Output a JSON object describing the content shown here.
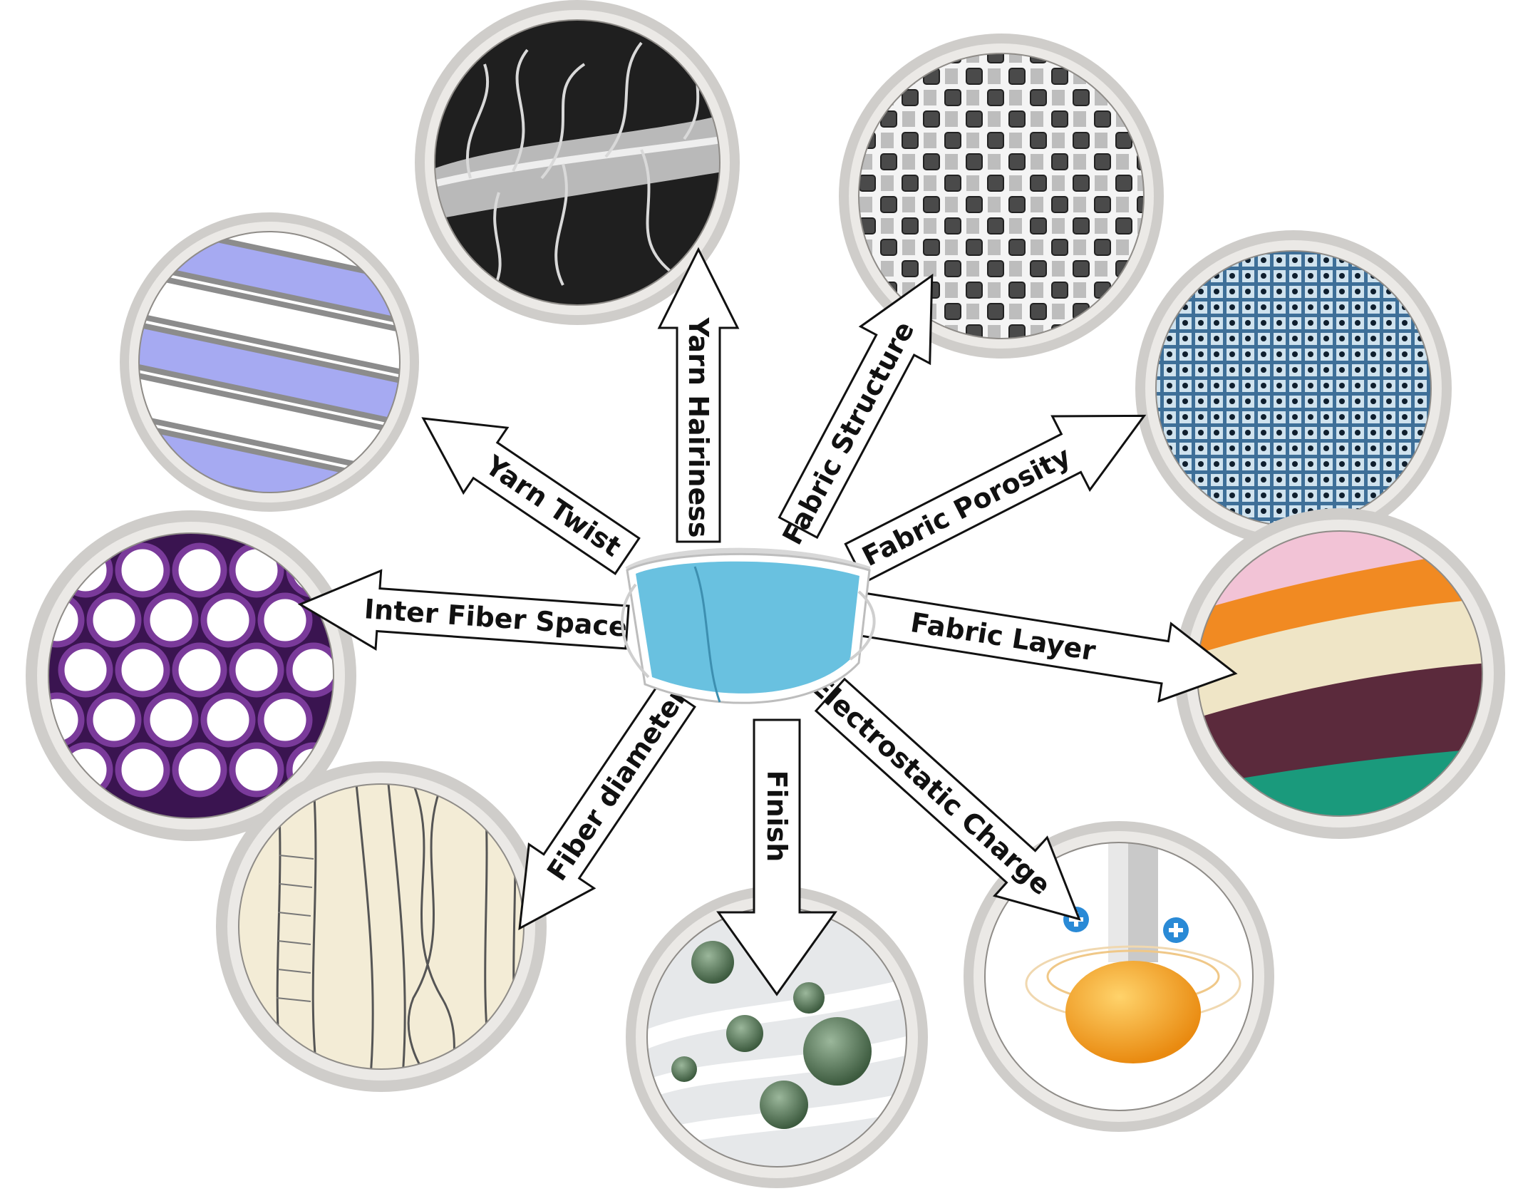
{
  "labels": {
    "yarn_hairiness": "Yarn Hairiness",
    "fabric_structure": "Fabric Structure",
    "yarn_twist": "Yarn Twist",
    "fabric_porosity": "Fabric Porosity",
    "inter_fiber_space": "Inter Fiber Space",
    "fabric_layer": "Fabric Layer",
    "fiber_diameter": "Fiber diameter",
    "finish": "Finish",
    "electrostatic_charge": "Electrostatic Charge"
  },
  "icons": {
    "center": "face-mask-icon",
    "yarn_hairiness": "hairy-yarn-image",
    "fabric_structure": "woven-fabric-image",
    "yarn_twist": "twisted-yarn-image",
    "fabric_porosity": "porous-mesh-image",
    "inter_fiber_space": "fiber-cross-section-image",
    "fabric_layer": "layered-fabric-image",
    "fiber_diameter": "fiber-strands-image",
    "finish": "antimicrobial-finish-image",
    "electrostatic_charge": "electrostatic-charge-image"
  },
  "colors": {
    "mask": "#69c1e0",
    "twist_stripe": "#a6aaf2",
    "porosity_mesh": "#3e6f98",
    "inter_fiber_ring": "#6a2a8a",
    "layer_pink": "#f2c3d6",
    "layer_orange": "#f18a22",
    "layer_cream": "#efe5c6",
    "layer_purple": "#5b2a3c",
    "layer_teal": "#1a9a7c",
    "finish_green": "#4d6e4e",
    "charge_orange": "#f6a21f",
    "charge_plus": "#2a8ad6"
  }
}
